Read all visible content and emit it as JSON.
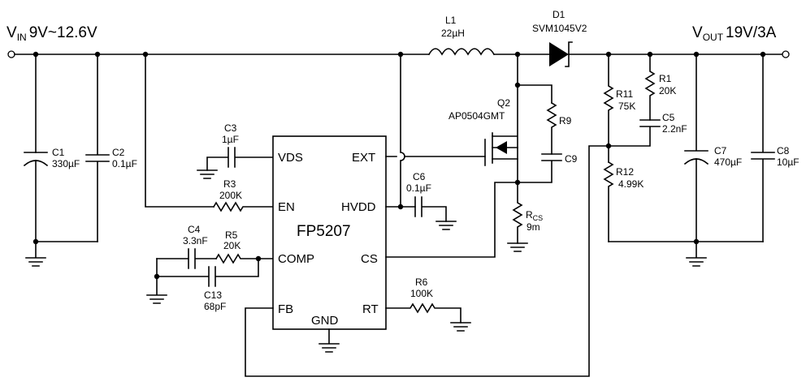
{
  "rails": {
    "vin_symbol": "V",
    "vin_sub": "IN",
    "vin_value": "9V~12.6V",
    "vout_symbol": "V",
    "vout_sub": "OUT",
    "vout_value": "19V/3A"
  },
  "ic": {
    "name": "FP5207",
    "pins": {
      "vds": "VDS",
      "en": "EN",
      "comp": "COMP",
      "fb": "FB",
      "ext": "EXT",
      "hvdd": "HVDD",
      "cs": "CS",
      "rt": "RT",
      "gnd": "GND"
    }
  },
  "components": {
    "L1": {
      "ref": "L1",
      "value": "22µH"
    },
    "D1": {
      "ref": "D1",
      "value": "SVM1045V2"
    },
    "Q2": {
      "ref": "Q2",
      "value": "AP0504GMT"
    },
    "R9": {
      "ref": "R9"
    },
    "C9": {
      "ref": "C9"
    },
    "C1": {
      "ref": "C1",
      "value": "330µF"
    },
    "C2": {
      "ref": "C2",
      "value": "0.1µF"
    },
    "C3": {
      "ref": "C3",
      "value": "1µF"
    },
    "R3": {
      "ref": "R3",
      "value": "200K"
    },
    "C4": {
      "ref": "C4",
      "value": "3.3nF"
    },
    "R5": {
      "ref": "R5",
      "value": "20K"
    },
    "C13": {
      "ref": "C13",
      "value": "68pF"
    },
    "C6": {
      "ref": "C6",
      "value": "0.1µF"
    },
    "RCS": {
      "ref_main": "R",
      "ref_sub": "CS",
      "value": "9m"
    },
    "R6": {
      "ref": "R6",
      "value": "100K"
    },
    "R11": {
      "ref": "R11",
      "value": "75K"
    },
    "R12": {
      "ref": "R12",
      "value": "4.99K"
    },
    "R1": {
      "ref": "R1",
      "value": "20K"
    },
    "C5": {
      "ref": "C5",
      "value": "2.2nF"
    },
    "C7": {
      "ref": "C7",
      "value": "470µF"
    },
    "C8": {
      "ref": "C8",
      "value": "10µF"
    }
  }
}
